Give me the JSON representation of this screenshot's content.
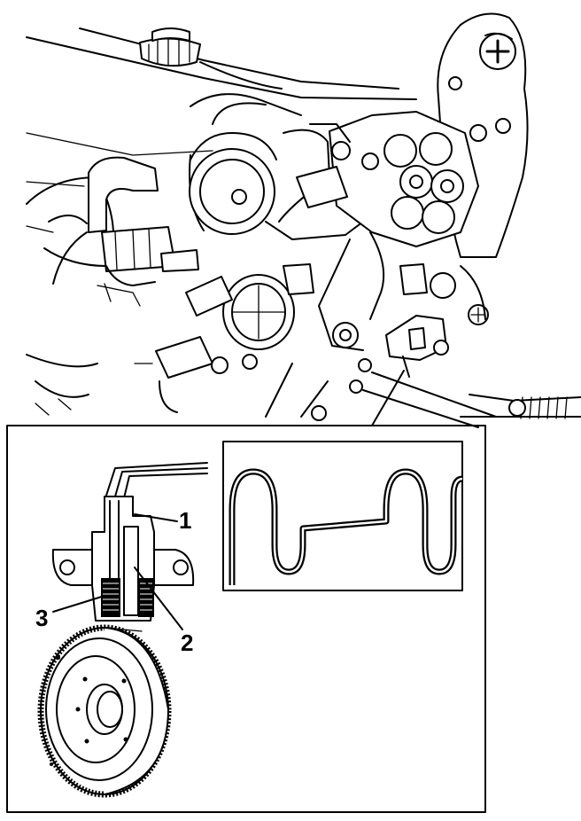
{
  "figure": {
    "callouts": [
      {
        "id": "1",
        "text": "1"
      },
      {
        "id": "2",
        "text": "2"
      },
      {
        "id": "3",
        "text": "3"
      }
    ],
    "colors": {
      "ink": "#000000",
      "paper": "#ffffff"
    }
  }
}
